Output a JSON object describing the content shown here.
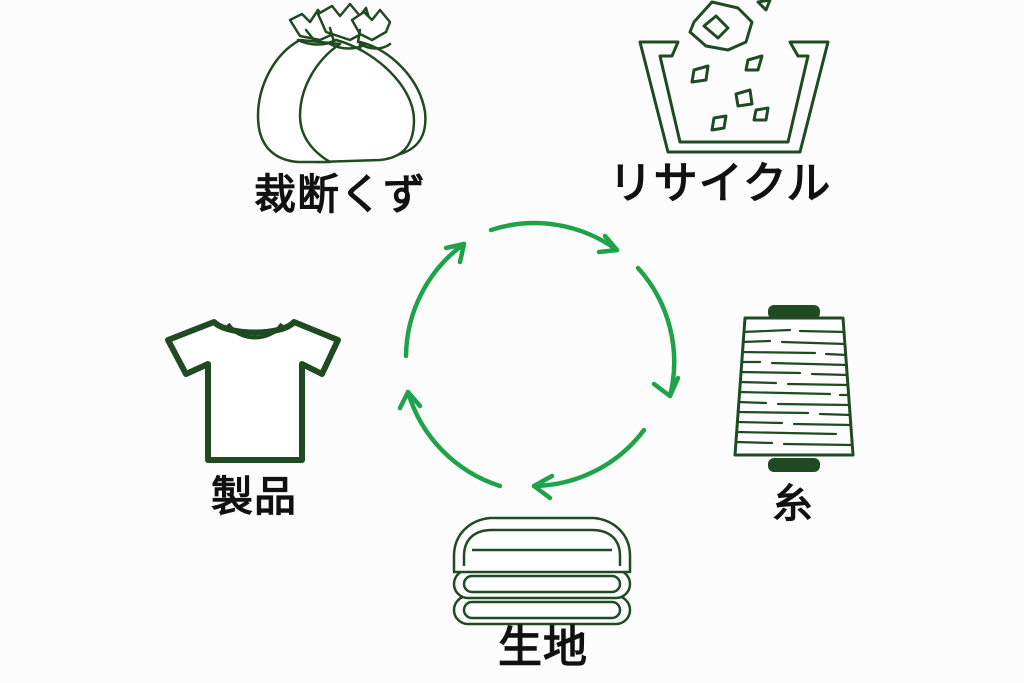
{
  "colors": {
    "background": "#fdfcfd",
    "icon_stroke": "#1f4a22",
    "cycle_arrow": "#1fa34a",
    "label_text": "#111111"
  },
  "cycle": {
    "direction": "clockwise",
    "arrow_count": 5
  },
  "nodes": {
    "scraps": {
      "label": "裁断くず",
      "icon": "bundled-bags-icon"
    },
    "recycle": {
      "label": "リサイクル",
      "icon": "recycling-bin-icon"
    },
    "yarn": {
      "label": "糸",
      "icon": "yarn-spool-icon"
    },
    "fabric": {
      "label": "生地",
      "icon": "folded-fabric-icon"
    },
    "product": {
      "label": "製品",
      "icon": "t-shirt-icon"
    }
  }
}
